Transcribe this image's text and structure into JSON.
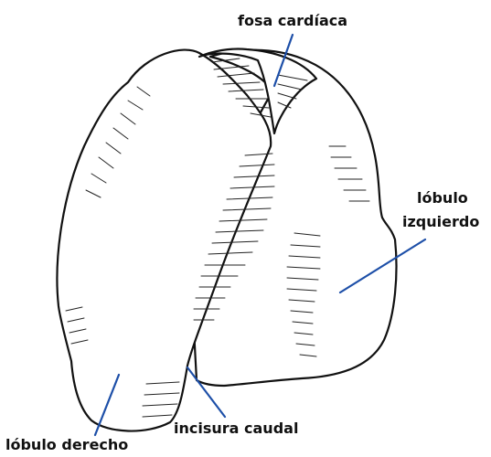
{
  "labels": {
    "fosa_cardiaca": "fosa cardíaca",
    "lobulo_izquierdo_line1": "lóbulo",
    "lobulo_izquierdo_line2": "izquierdo",
    "incisura_caudal": "incisura caudal",
    "lobulo_derecho": "lóbulo derecho"
  },
  "colors": {
    "outline": "#111111",
    "leader_line": "#1d4fa8",
    "background": "#ffffff"
  }
}
